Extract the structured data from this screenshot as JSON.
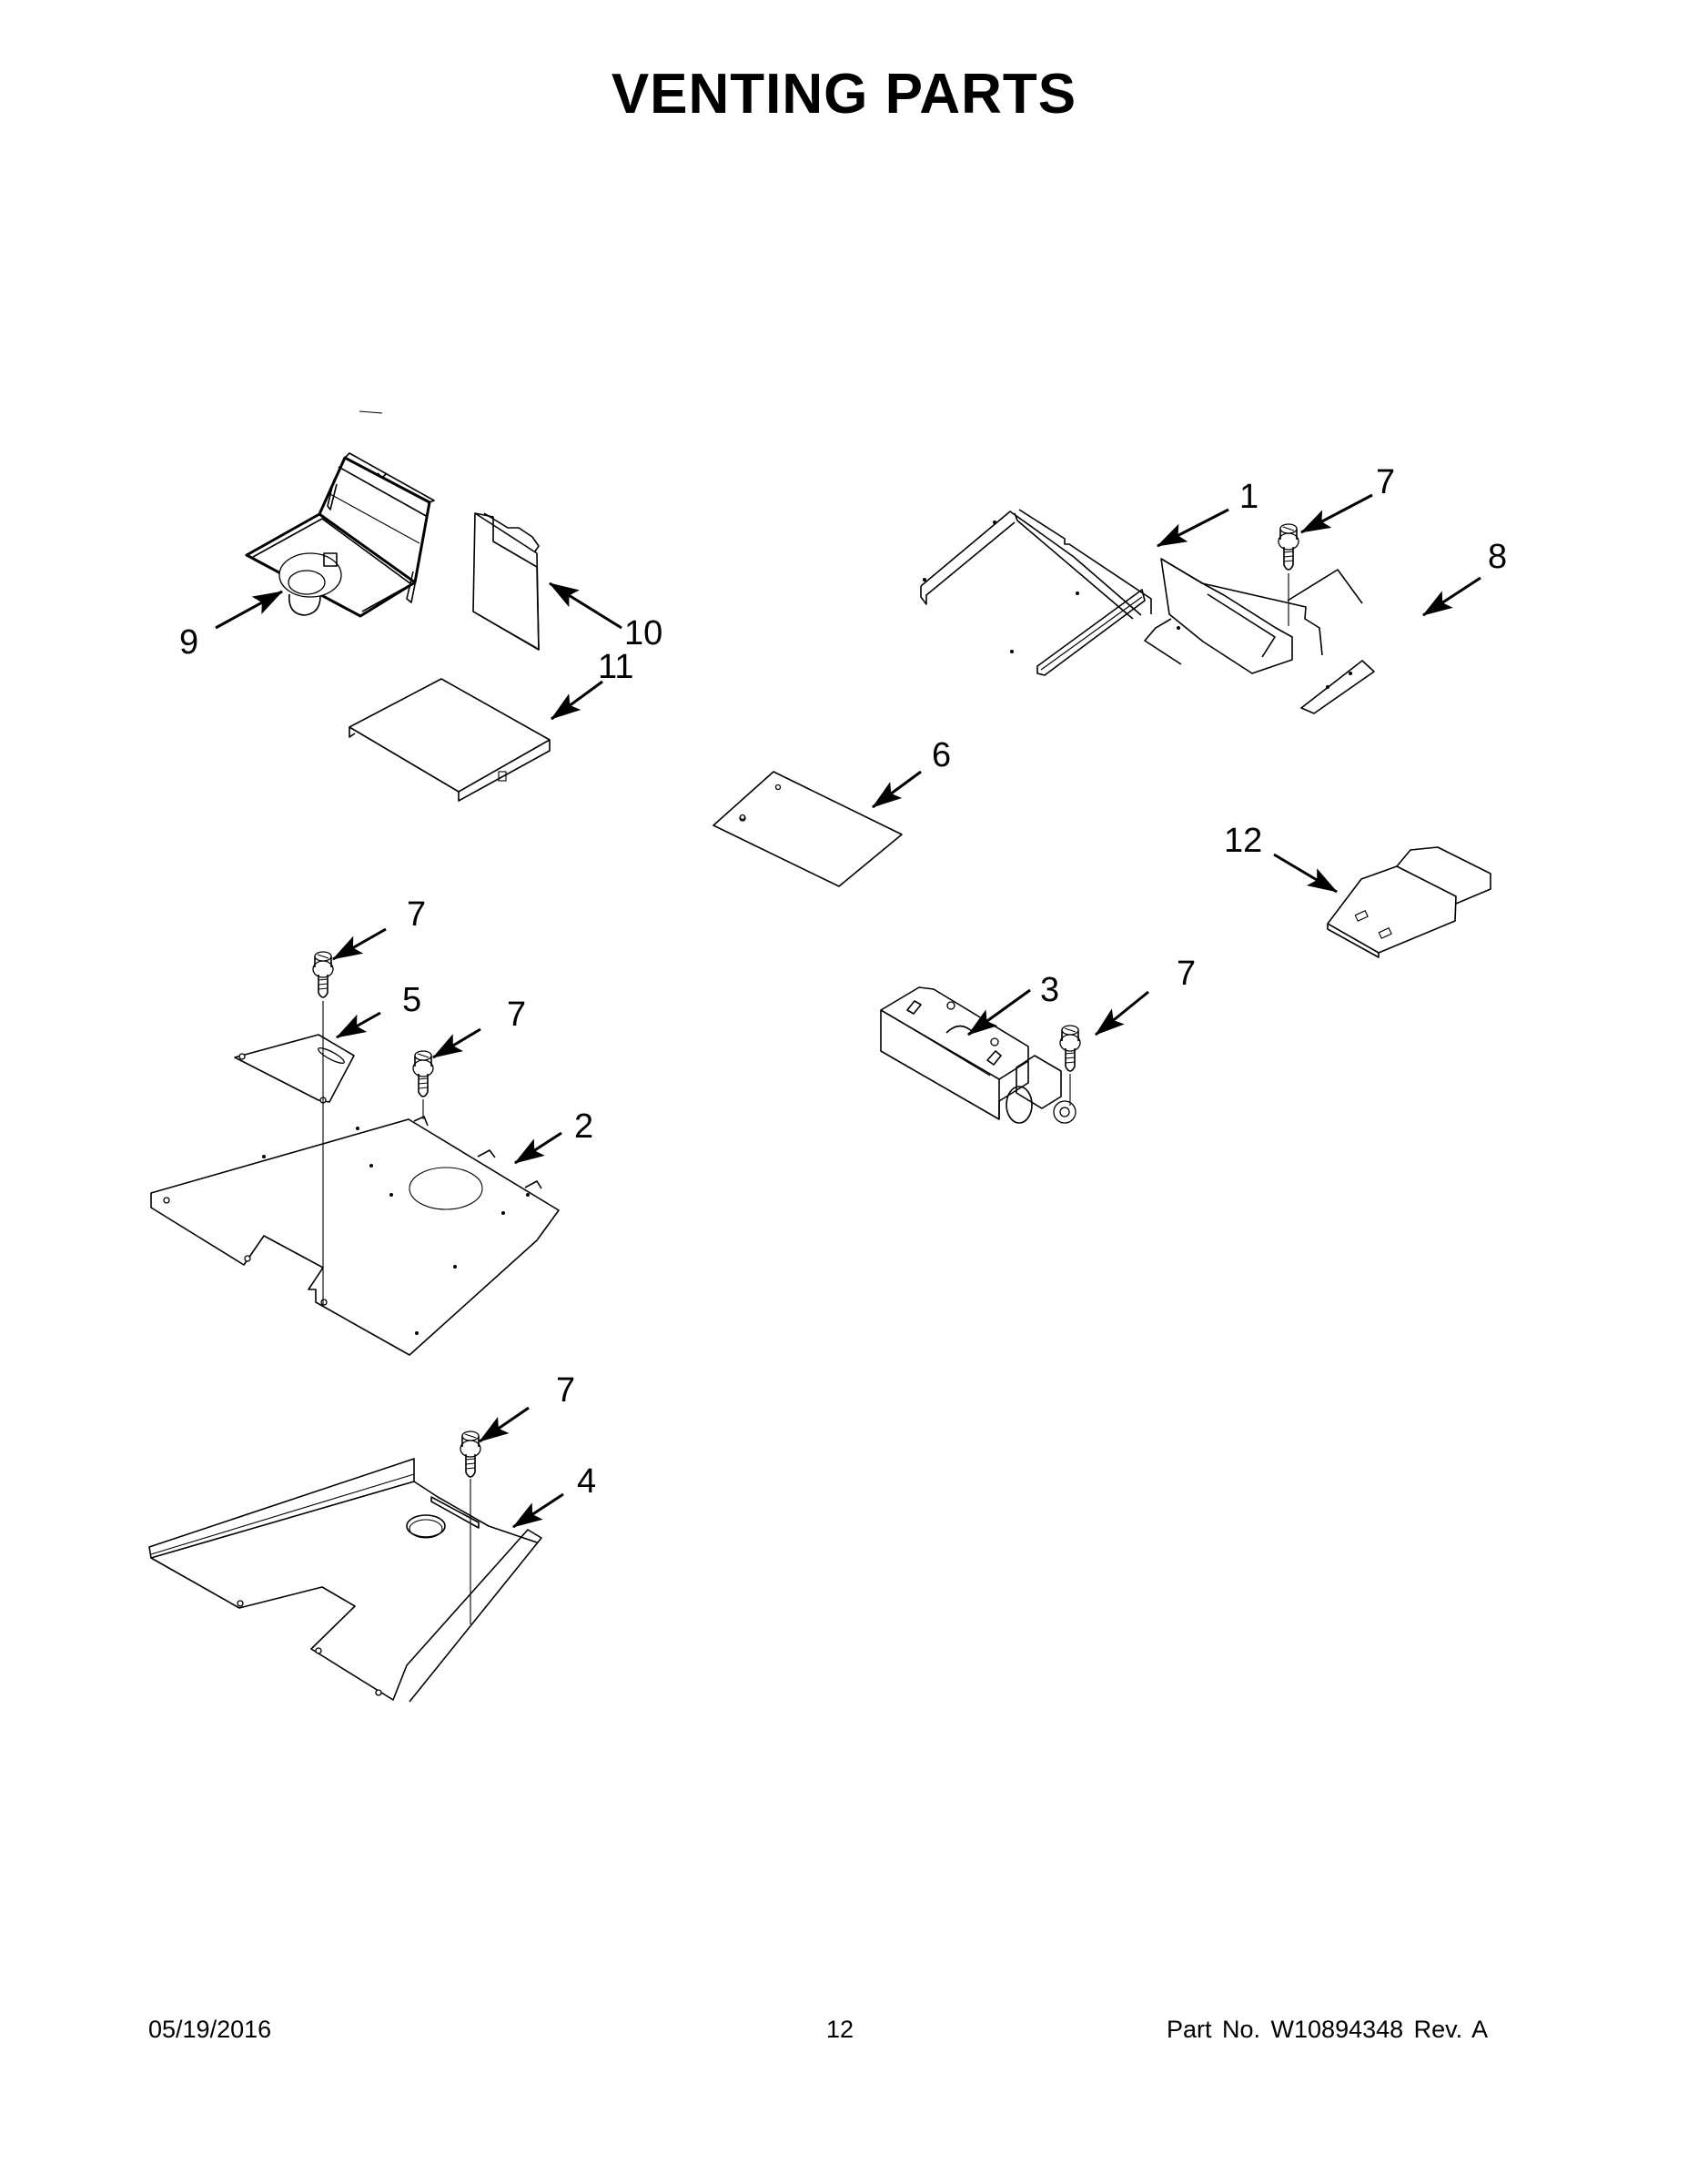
{
  "page": {
    "title": "VENTING PARTS",
    "footer": {
      "date": "05/19/2016",
      "page_number": "12",
      "part_number": "Part No.  W10894348  Rev.  A"
    }
  },
  "diagram": {
    "type": "exploded-parts-view",
    "callouts": [
      {
        "id": "callout-1",
        "label": "1",
        "part": "vent-frame-bracket"
      },
      {
        "id": "callout-7a",
        "label": "7",
        "part": "screw"
      },
      {
        "id": "callout-8",
        "label": "8",
        "part": "vent-duct-cover"
      },
      {
        "id": "callout-9",
        "label": "9",
        "part": "vent-box-assembly"
      },
      {
        "id": "callout-10",
        "label": "10",
        "part": "vent-panel"
      },
      {
        "id": "callout-11",
        "label": "11",
        "part": "vent-tray"
      },
      {
        "id": "callout-6",
        "label": "6",
        "part": "insulation-pad"
      },
      {
        "id": "callout-12",
        "label": "12",
        "part": "vent-baffle"
      },
      {
        "id": "callout-7b",
        "label": "7",
        "part": "screw"
      },
      {
        "id": "callout-5",
        "label": "5",
        "part": "triangle-bracket"
      },
      {
        "id": "callout-7c",
        "label": "7",
        "part": "screw"
      },
      {
        "id": "callout-2",
        "label": "2",
        "part": "vent-plate-with-hole"
      },
      {
        "id": "callout-3",
        "label": "3",
        "part": "blower-motor-assembly"
      },
      {
        "id": "callout-7d",
        "label": "7",
        "part": "screw"
      },
      {
        "id": "callout-7e",
        "label": "7",
        "part": "screw"
      },
      {
        "id": "callout-4",
        "label": "4",
        "part": "lower-vent-plate"
      }
    ]
  }
}
